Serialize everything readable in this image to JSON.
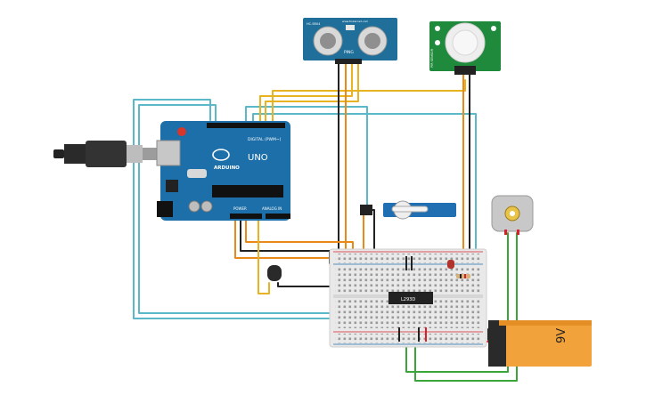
{
  "arduino": {
    "brand": "ARDUINO",
    "model": "UNO",
    "digital_label": "DIGITAL (PWM~)",
    "power_label": "POWER",
    "analog_label": "ANALOG IN"
  },
  "ultrasonic": {
    "title": "HC-SR04",
    "ping_label": "PING",
    "site_label": "www.tinkercad.com"
  },
  "pir": {
    "label": "PIR SENSOR"
  },
  "chip": {
    "label": "L293D"
  },
  "battery": {
    "label": "9V"
  },
  "colors": {
    "wire_orange": "#e8891a",
    "wire_blue": "#5bb8c9",
    "wire_green": "#3aa63a",
    "wire_black": "#222222",
    "wire_yellow": "#e8b320",
    "wire_red": "#d8202a",
    "board_blue": "#1c6fa8",
    "sensor_blue": "#1f6f9a",
    "pir_green": "#1f8a3c",
    "battery_orange": "#f2a23a"
  }
}
